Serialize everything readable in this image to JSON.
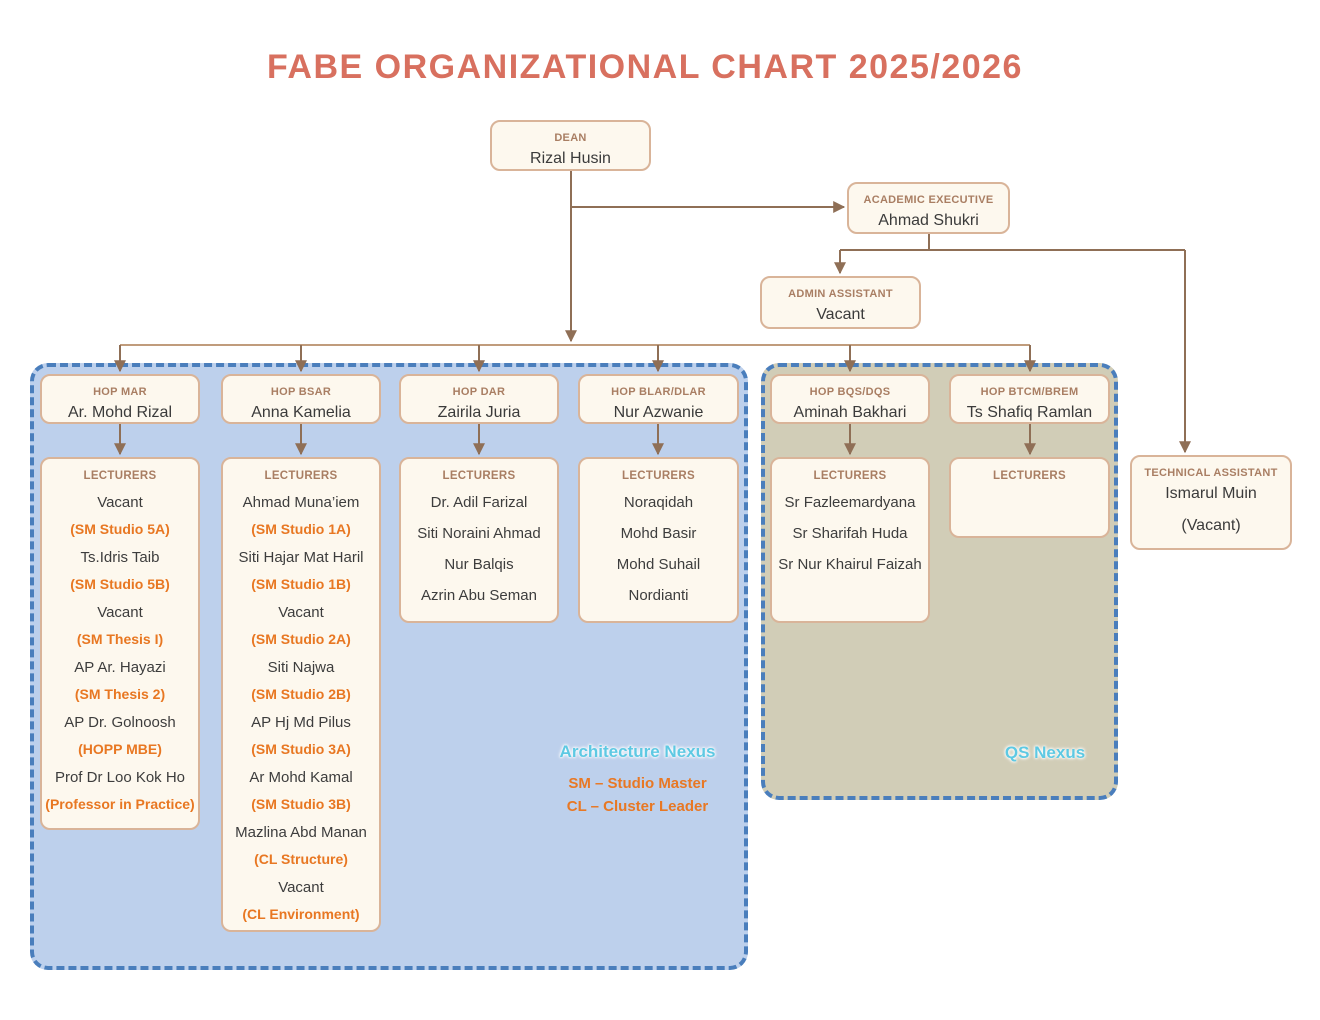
{
  "title": "FABE ORGANIZATIONAL CHART 2025/2026",
  "colors": {
    "title_text": "#d8705f",
    "accent_orange": "#e87722",
    "box_fill": "#fdf8ee",
    "box_border": "#d9b499",
    "role_text": "#a97e63",
    "connector_brown": "#8f6f56",
    "architecture_region_fill": "#bdd0ec",
    "qs_region_fill": "#d1cdb7",
    "region_dashed_border": "#4a7ebc",
    "nexus_label_text": "#5ec9e3"
  },
  "nodes": {
    "dean": {
      "role": "DEAN",
      "name": "Rizal Husin"
    },
    "academic_executive": {
      "role": "ACADEMIC EXECUTIVE",
      "name": "Ahmad Shukri"
    },
    "admin_assistant": {
      "role": "ADMIN ASSISTANT",
      "name": "Vacant"
    },
    "technical_assistant": {
      "role": "TECHNICAL ASSISTANT",
      "name": "Ismarul Muin",
      "note": "(Vacant)"
    }
  },
  "hops": [
    {
      "role": "HOP MAR",
      "name": "Ar. Mohd Rizal"
    },
    {
      "role": "HOP BSAR",
      "name": "Anna Kamelia"
    },
    {
      "role": "HOP DAR",
      "name": "Zairila Juria"
    },
    {
      "role": "HOP BLAR/DLAR",
      "name": "Nur Azwanie"
    },
    {
      "role": "HOP BQS/DQS",
      "name": "Aminah Bakhari"
    },
    {
      "role": "HOP BTCM/BREM",
      "name": "Ts Shafiq Ramlan"
    }
  ],
  "lecturer_groups": [
    {
      "header": "LECTURERS",
      "members": [
        {
          "name": "Vacant",
          "tag": "(SM Studio 5A)"
        },
        {
          "name": "Ts.Idris Taib",
          "tag": "(SM Studio 5B)"
        },
        {
          "name": "Vacant",
          "tag": "(SM Thesis I)"
        },
        {
          "name": "AP Ar. Hayazi",
          "tag": "(SM Thesis 2)"
        },
        {
          "name": "AP Dr. Golnoosh",
          "tag": "(HOPP MBE)"
        },
        {
          "name": "Prof Dr Loo Kok Ho",
          "tag": "(Professor in Practice)"
        }
      ]
    },
    {
      "header": "LECTURERS",
      "members": [
        {
          "name": "Ahmad Muna’iem",
          "tag": "(SM Studio 1A)"
        },
        {
          "name": "Siti Hajar Mat Haril",
          "tag": "(SM Studio 1B)"
        },
        {
          "name": "Vacant",
          "tag": "(SM Studio 2A)"
        },
        {
          "name": "Siti Najwa",
          "tag": "(SM Studio 2B)"
        },
        {
          "name": "AP Hj Md Pilus",
          "tag": "(SM Studio 3A)"
        },
        {
          "name": "Ar Mohd Kamal",
          "tag": "(SM Studio 3B)"
        },
        {
          "name": "Mazlina Abd Manan",
          "tag": "(CL Structure)"
        },
        {
          "name": "Vacant",
          "tag": "(CL Environment)"
        }
      ]
    },
    {
      "header": "LECTURERS",
      "members": [
        {
          "name": "Dr. Adil Farizal"
        },
        {
          "name": "Siti Noraini Ahmad"
        },
        {
          "name": "Nur Balqis"
        },
        {
          "name": "Azrin Abu Seman"
        }
      ]
    },
    {
      "header": "LECTURERS",
      "members": [
        {
          "name": "Noraqidah"
        },
        {
          "name": "Mohd Basir"
        },
        {
          "name": "Mohd Suhail"
        },
        {
          "name": "Nordianti"
        }
      ]
    },
    {
      "header": "LECTURERS",
      "members": [
        {
          "name": "Sr Fazleemardyana"
        },
        {
          "name": "Sr Sharifah Huda"
        },
        {
          "name": "Sr Nur Khairul Faizah"
        }
      ]
    },
    {
      "header": "LECTURERS",
      "members": []
    }
  ],
  "regions": {
    "architecture": {
      "label": "Architecture Nexus",
      "legend": [
        "SM – Studio Master",
        "CL – Cluster Leader"
      ]
    },
    "qs": {
      "label": "QS Nexus"
    }
  }
}
